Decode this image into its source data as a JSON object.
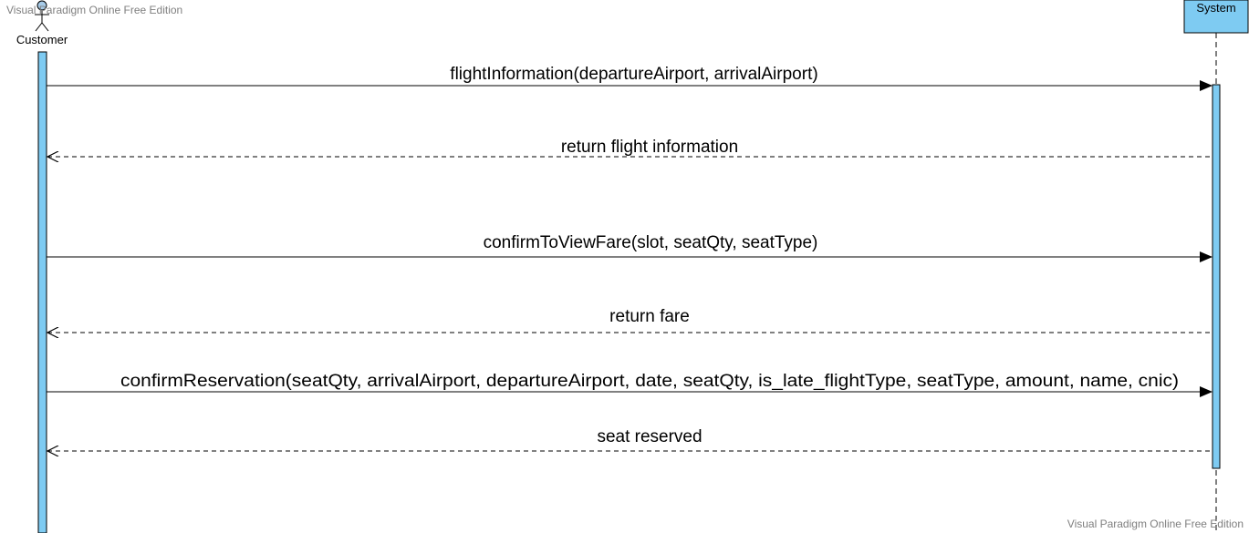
{
  "watermark": {
    "top": "Visual Paradigm Online Free Edition",
    "bottom": "Visual Paradigm Online Free Edition"
  },
  "colors": {
    "activation": "#7ecbf2",
    "line": "#000000",
    "actor_fill": "#a7cbe8"
  },
  "participants": [
    {
      "id": "customer",
      "kind": "actor",
      "name": "Customer"
    },
    {
      "id": "system",
      "kind": "object",
      "name": "System"
    }
  ],
  "messages": [
    {
      "from": "customer",
      "to": "system",
      "kind": "sync",
      "label": "flightInformation(departureAirport, arrivalAirport)"
    },
    {
      "from": "system",
      "to": "customer",
      "kind": "return",
      "label": "return flight information"
    },
    {
      "from": "customer",
      "to": "system",
      "kind": "sync",
      "label": "confirmToViewFare(slot, seatQty, seatType)"
    },
    {
      "from": "system",
      "to": "customer",
      "kind": "return",
      "label": "return fare"
    },
    {
      "from": "customer",
      "to": "system",
      "kind": "sync",
      "label": "confirmReservation(seatQty, arrivalAirport, departureAirport, date, seatQty, is_late_flightType, seatType, amount, name, cnic)"
    },
    {
      "from": "system",
      "to": "customer",
      "kind": "return",
      "label": "seat reserved"
    }
  ]
}
